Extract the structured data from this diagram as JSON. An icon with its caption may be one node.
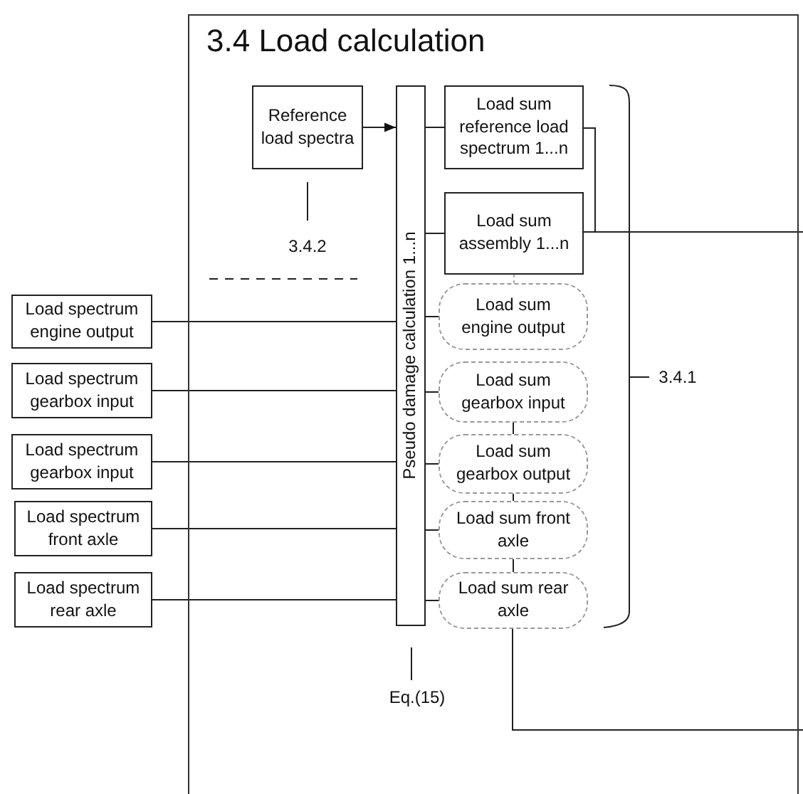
{
  "diagram": {
    "nodes": [
      {
        "text": [
          "3.4 Load calculation"
        ]
      },
      {
        "text": [
          "Reference load spectra"
        ],
        "in": 0
      },
      {
        "text": [
          "Pseudo damage calculation 1...n"
        ],
        "in": 0
      },
      {
        "text": [
          "Load sum reference load spectrum 1...n"
        ],
        "in": 0
      },
      {
        "text": [
          "Load sum assembly 1...n"
        ],
        "in": 0
      },
      {
        "text": [
          "Load sum engine output"
        ],
        "in": 0
      },
      {
        "text": [
          "Load sum gearbox input"
        ],
        "in": 0
      },
      {
        "text": [
          "Load sum gearbox output"
        ],
        "in": 0
      },
      {
        "text": [
          "Load sum front axle"
        ],
        "in": 0
      },
      {
        "text": [
          "Load sum rear axle"
        ],
        "in": 0
      },
      {
        "text": [
          "Load spectrum engine output"
        ]
      },
      {
        "text": [
          "Load spectrum gearbox input"
        ]
      },
      {
        "text": [
          "Load spectrum gearbox input"
        ]
      },
      {
        "text": [
          "Load spectrum front axle"
        ]
      },
      {
        "text": [
          "Load spectrum rear axle"
        ]
      }
    ],
    "edges": [
      {
        "from": 1,
        "to": 2,
        "arrow": "to"
      },
      {
        "from": 2,
        "to": 3,
        "arrow": "none"
      },
      {
        "from": 2,
        "to": 4,
        "arrow": "none"
      },
      {
        "from": 2,
        "to": 5,
        "arrow": "none"
      },
      {
        "from": 2,
        "to": 6,
        "arrow": "none"
      },
      {
        "from": 2,
        "to": 7,
        "arrow": "none"
      },
      {
        "from": 2,
        "to": 8,
        "arrow": "none"
      },
      {
        "from": 2,
        "to": 9,
        "arrow": "none"
      },
      {
        "from": 10,
        "to": 2,
        "arrow": "none"
      },
      {
        "from": 11,
        "to": 2,
        "arrow": "none"
      },
      {
        "from": 12,
        "to": 2,
        "arrow": "none"
      },
      {
        "from": 13,
        "to": 2,
        "arrow": "none"
      },
      {
        "from": 14,
        "to": 2,
        "arrow": "none"
      },
      {
        "from": 4,
        "to": 5,
        "arrow": "none",
        "style": "dashed",
        "color": "#aaaaaa"
      },
      {
        "from": 6,
        "to": 7,
        "arrow": "none"
      },
      {
        "from": 7,
        "to": 8,
        "arrow": "none"
      },
      {
        "from": 8,
        "to": 9,
        "arrow": "none"
      },
      {
        "from": 3,
        "to": null,
        "arrow": "none"
      },
      {
        "from": 4,
        "to": null,
        "arrow": "none"
      },
      {
        "from": 9,
        "to": null,
        "arrow": "none"
      }
    ],
    "labels": [
      "3.4.2",
      "3.4.1",
      "Eq.(15)"
    ]
  }
}
